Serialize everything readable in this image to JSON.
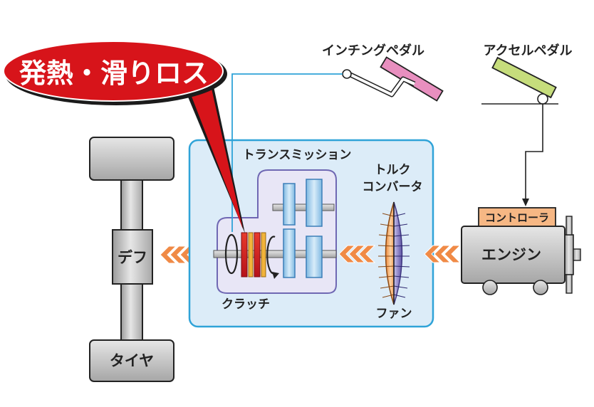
{
  "main": {
    "callout": {
      "label": "発熱・滑りロス"
    },
    "diagram": {
      "inching_pedal_label": "インチングペダル",
      "accel_pedal_label": "アクセルペダル",
      "transmission_label": "トランスミッション",
      "torque_converter_label": "トルク\nコンバータ",
      "torque_converter_line1": "トルク",
      "torque_converter_line2": "コンバータ",
      "clutch_label": "クラッチ",
      "fan_label": "ファン",
      "controller_label": "コントローラ",
      "engine_label": "エンジン",
      "differential_label": "デフ",
      "tire_label": "タイヤ"
    }
  },
  "colors": {
    "callout_red": "#d7141a",
    "drivetrain_box": "#dcecf8",
    "drivetrain_border": "#2fa3d8",
    "arrow_orange": "#f08a46",
    "controller_orange": "#f6b784",
    "inching_pedal": "#e88fbf",
    "accel_pedal": "#c6dd7c",
    "converter_orange": "#f4b06c",
    "converter_purple": "#8e84c6",
    "gear_blue": "#a9d2ee",
    "machine_gray": "#cfcfcf"
  }
}
